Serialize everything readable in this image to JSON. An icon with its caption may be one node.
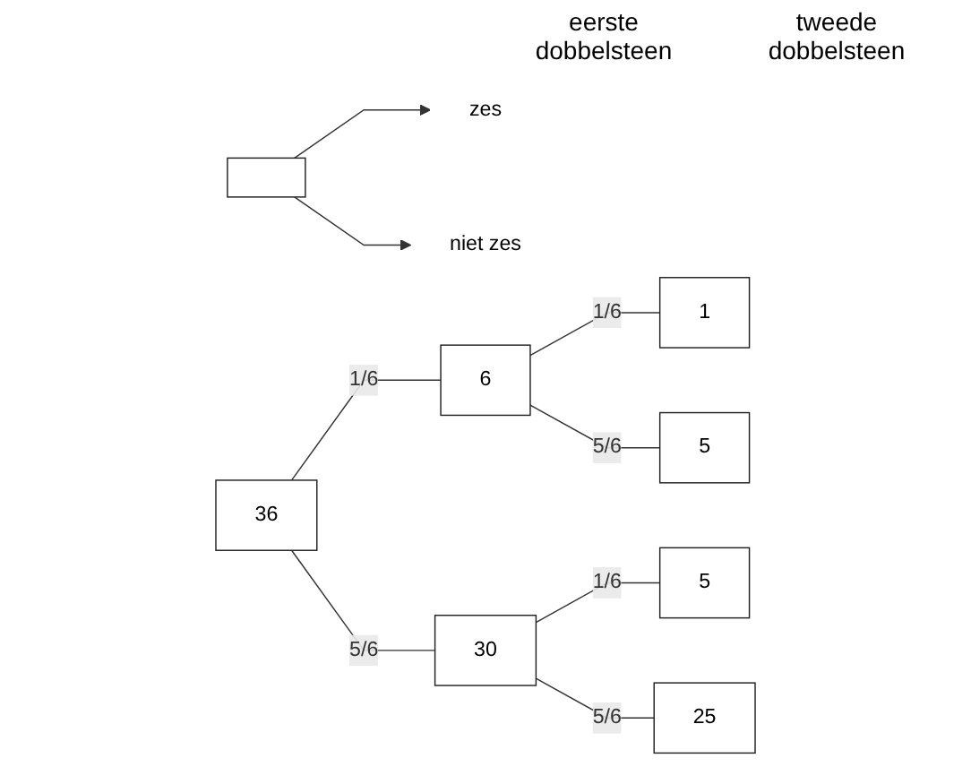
{
  "diagram": {
    "nodes": [
      {
        "text": [],
        "shape": "box"
      },
      {
        "text": [
          "zes"
        ]
      },
      {
        "text": [
          "niet zes"
        ]
      },
      {
        "text": [
          "36"
        ]
      },
      {
        "text": [
          "6"
        ]
      },
      {
        "text": [
          "30"
        ]
      },
      {
        "text": [
          "1"
        ]
      },
      {
        "text": [
          "5"
        ]
      },
      {
        "text": [
          "5"
        ]
      },
      {
        "text": [
          "25"
        ]
      }
    ],
    "edges": [
      {
        "from": 0,
        "to": 1,
        "arrow": "to"
      },
      {
        "from": 0,
        "to": 2,
        "arrow": "to"
      },
      {
        "from": 3,
        "to": 4,
        "arrow": "none",
        "label": "1/6"
      },
      {
        "from": 3,
        "to": 5,
        "arrow": "none",
        "label": "5/6"
      },
      {
        "from": 4,
        "to": 6,
        "arrow": "none",
        "label": "1/6"
      },
      {
        "from": 4,
        "to": 7,
        "arrow": "none",
        "label": "5/6"
      },
      {
        "from": 5,
        "to": 8,
        "arrow": "none",
        "label": "1/6"
      },
      {
        "from": 5,
        "to": 9,
        "arrow": "none",
        "label": "5/6"
      }
    ],
    "labels": [
      "eerste dobbelsteen",
      "tweede dobbelsteen"
    ]
  }
}
